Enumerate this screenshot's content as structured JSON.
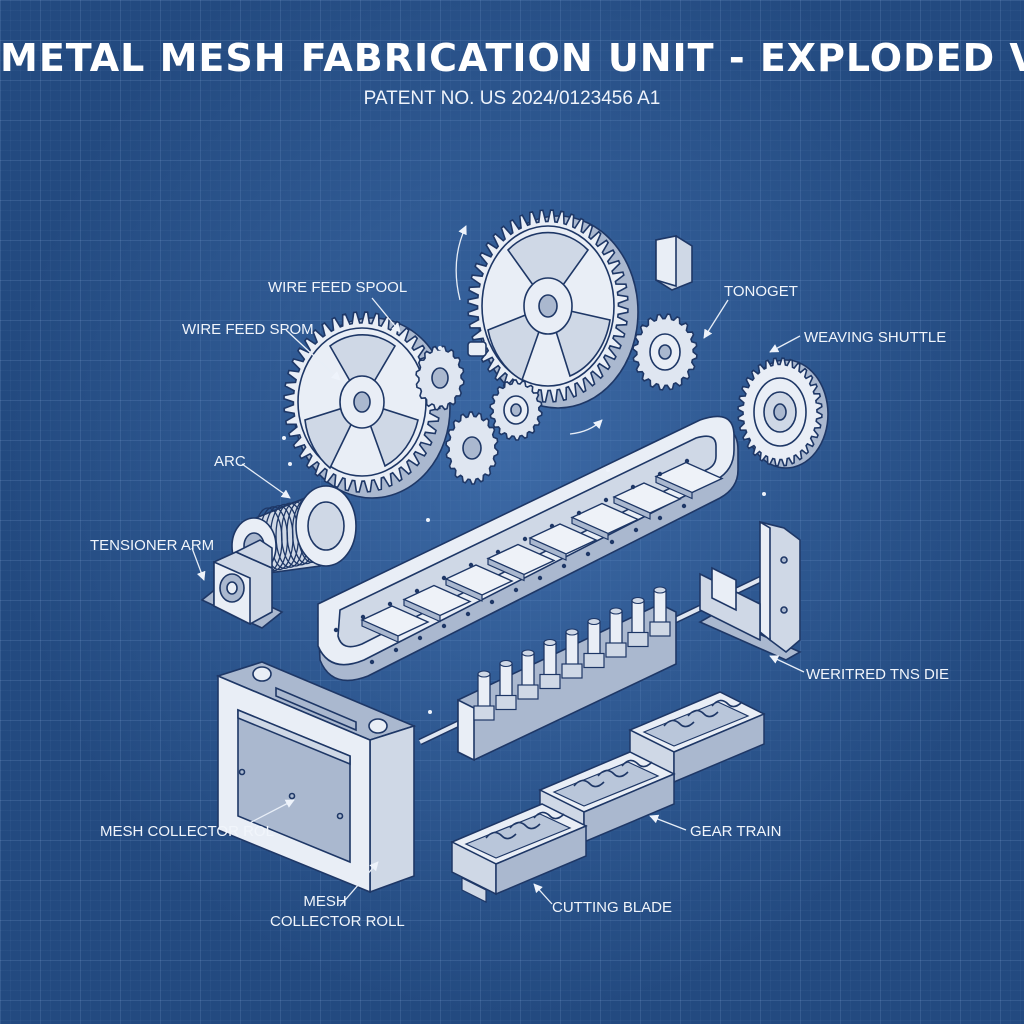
{
  "title": "METAL MESH FABRICATION UNIT - EXPLODED VIEW",
  "subtitle": "PATENT NO. US 2024/0123456 A1",
  "labels": {
    "wire_feed_spool": "WIRE FEED SPOOL",
    "wire_feed_spom": "WIRE FEED SPOM",
    "tonoget": "TONOGET",
    "weaving_shuttle": "WEAVING SHUTTLE",
    "arc": "ARC",
    "tensioner_arm": "TENSIONER ARM",
    "weritred_tns_die": "WERITRED TNS DIE",
    "mesh_collector_rol": "MESH COLLECTOR ROL",
    "gear_train": "GEAR TRAIN",
    "mesh": "MESH",
    "collector_roll": "COLLECTOR ROLL",
    "cutting_blade": "CUTTING BLADE"
  },
  "colors": {
    "background": "#234a80",
    "grid": "#96b9e6",
    "part_fill": "#e9eef6",
    "part_stroke": "#1e3766",
    "text": "#ffffff"
  }
}
